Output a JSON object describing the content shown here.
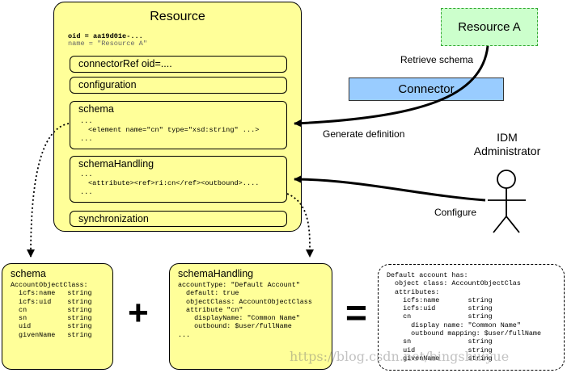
{
  "resource": {
    "title": "Resource",
    "oid_line": "oid = aa19d01e-...",
    "name_line": "name = \"Resource A\"",
    "connector_ref": "connectorRef oid=....",
    "configuration": "configuration",
    "schema": {
      "title": "schema",
      "line1": "...",
      "line2": "<element name=\"cn\" type=\"xsd:string\" ...>",
      "line3": "..."
    },
    "schema_handling": {
      "title": "schemaHandling",
      "line1": "...",
      "line2": "<attribute><ref>ri:cn</ref><outbound>....",
      "line3": "..."
    },
    "synchronization": "synchronization"
  },
  "resource_a": "Resource A",
  "connector": "Connector",
  "idm_admin": "IDM\nAdministrator",
  "edges": {
    "retrieve_schema": "Retrieve schema",
    "generate_definition": "Generate definition",
    "configure": "Configure"
  },
  "bottom_schema": {
    "title": "schema",
    "body": "AccountObjectClass:\n  icfs:name   string\n  icfs:uid    string\n  cn          string\n  sn          string\n  uid         string\n  givenName   string"
  },
  "bottom_schema_handling": {
    "title": "schemaHandling",
    "body": "accountType: \"Default Account\"\n  default: true\n  objectClass: AccountObjectClass\n  attribute \"cn\"\n    displayName: \"Common Name\"\n    outbound: $user/fullName\n..."
  },
  "plus_sign": "+",
  "equals_sign": "=",
  "result": {
    "body": "Default account has:\n  object class: AccountObjectClas\n  attributes:\n    icfs:name       string\n    icfs:uid        string\n    cn              string\n      display name: \"Common Name\"\n      outbound mapping: $user/fullName\n    sn              string\n    uid             string\n    givenName       string"
  },
  "watermark": "https://blog.csdn.net/bingshuiyue",
  "colors": {
    "resource_fill": "#ffff99",
    "resource_a_fill": "#ccffcc",
    "connector_fill": "#99ccff"
  }
}
